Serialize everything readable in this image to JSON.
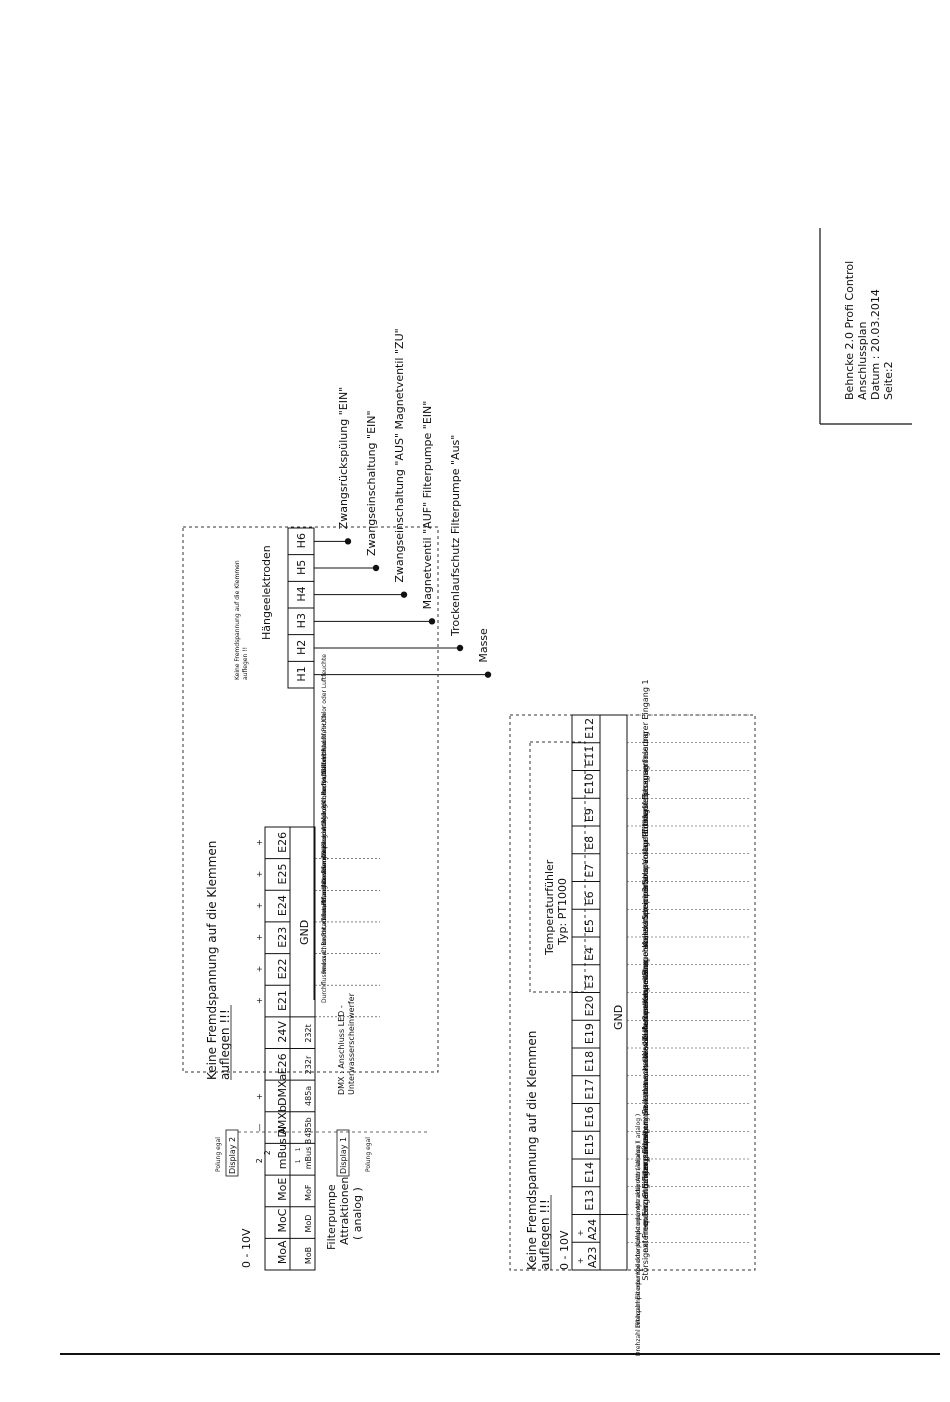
{
  "title_block": {
    "lines": [
      "Behncke 2.0 Profi Control",
      "Anschlussplan",
      "Datum :  20.03.2014",
      "Seite:2"
    ]
  },
  "haenge": {
    "warning": [
      "Keine Fremdspannung auf die Klemmen",
      "auflegen !!"
    ],
    "title": "Hängeelektroden",
    "terminals": [
      "H1",
      "H2",
      "H3",
      "H4",
      "H5",
      "H6"
    ],
    "descriptions": [
      "Masse",
      "Trockenlaufschutz Filterpumpe \"Aus\"",
      "Magnetventil \"AUF\" Filterpumpe \"EIN\"",
      "Zwangseinschaltung \"AUS\" Magnetventil \"ZU\"",
      "Zwangseinschaltung \"EIN\"",
      "Zwangsrückspülung \"EIN\""
    ]
  },
  "upper": {
    "warning": [
      "Keine Fremdspannung auf die Klemmen",
      "auflegen !!!"
    ],
    "voltage_label": "0 - 10V",
    "row_top": [
      "MoA",
      "MoC",
      "MoE",
      "mBus A",
      "DMXb",
      "DMXa",
      "E26",
      "24V",
      "E21",
      "E22",
      "E23",
      "E24",
      "E25",
      "E26"
    ],
    "row_bottom": [
      "MoB",
      "MoD",
      "MoF",
      "mBus B",
      "485b",
      "485a",
      "232r",
      "232t"
    ],
    "mbus_a_marks": [
      "2",
      "2"
    ],
    "mbus_b_marks": [
      "1",
      "1"
    ],
    "dmx_marks": [
      "—",
      "+"
    ],
    "e_marks": [
      "+",
      "+",
      "+",
      "+",
      "+",
      "+"
    ],
    "display2": "Display 2",
    "display1": "Display 1",
    "polung": "Polung egal",
    "gnd": "GND",
    "filter": [
      "Filterpumpe",
      "Attraktionen",
      "( analog )"
    ],
    "dmx_note": [
      "DMX : Anschluss LED -",
      "Unterwasserscheinwerfer"
    ],
    "descriptions": [
      "Durchflussmesser, Redox, Chlor,PH,oder Luftfeuchte",
      "Redox,Chlor,PH oder Luftfeuchte",
      "Leerstandsmeldung Dosiermittel 2 oder Redox,Chlor,PH,Luftfeuchte",
      "Leerstandsmeldung Dosiermittel 3 oder Redox,Chlor,PH,Luftfeuchte",
      "Nassesensor,Redox,Chlor,PH oder Luftfeuchte",
      "freiprog. Ausgang 2 ,Partyschalter, Redox,PH,Chlor oder Luftfeuchte"
    ]
  },
  "lower": {
    "warning": [
      "Keine Fremdspannung auf die Klemmen",
      "auflegen !!!"
    ],
    "voltage_label": "0 - 10V",
    "a_top": [
      "+",
      "+"
    ],
    "a_bottom": [
      "A23",
      "A24"
    ],
    "terminals": [
      "E13",
      "E14",
      "E15",
      "E16",
      "E17",
      "E18",
      "E19",
      "E20",
      "E3",
      "E4",
      "E5",
      "E6",
      "E7",
      "E8",
      "E9",
      "E10",
      "E11",
      "E12"
    ],
    "gnd": "GND",
    "sensor": [
      "Temperaturfühler",
      "Typ: PT1000"
    ],
    "a_descriptions": [
      "Drehzahl Filterpumpe oder Kollektorpumpe oder Attraktionen ( analog )",
      "Drehzahl Filterpumpe oder Kollektorpumpe oder Attraktionen ( analog )"
    ],
    "descriptions": [
      "Störsignal Frequenzumrichter",
      "externer Eingang Filterpumpe",
      "externer Eingang Filterpumpe",
      "Stromungsschalter",
      "externe Filterreinigung oder Filterbetrieb bei Badbetrieb 93",
      "Schwimmerschalter (Skimmer) oder Absenkanforderung ( Rinne )",
      "Rolladenschalter \"ZU\"",
      "Rolladenschalter \"Auf\" oder Leerstandsmeldung Dosiermittel 1",
      "Wassertemperatur",
      "Außentemperatur",
      "Kesseltemperatur",
      "Brauchwassertemperatur",
      "Kollektortemperatur",
      "Speichertemperatur unten",
      "3 Solaranlagenfühler",
      "Vorlauf Ertragserfassung",
      "Rücklauf Ertragserfassung",
      "freiprogrammierbarer Eingang 1"
    ]
  }
}
